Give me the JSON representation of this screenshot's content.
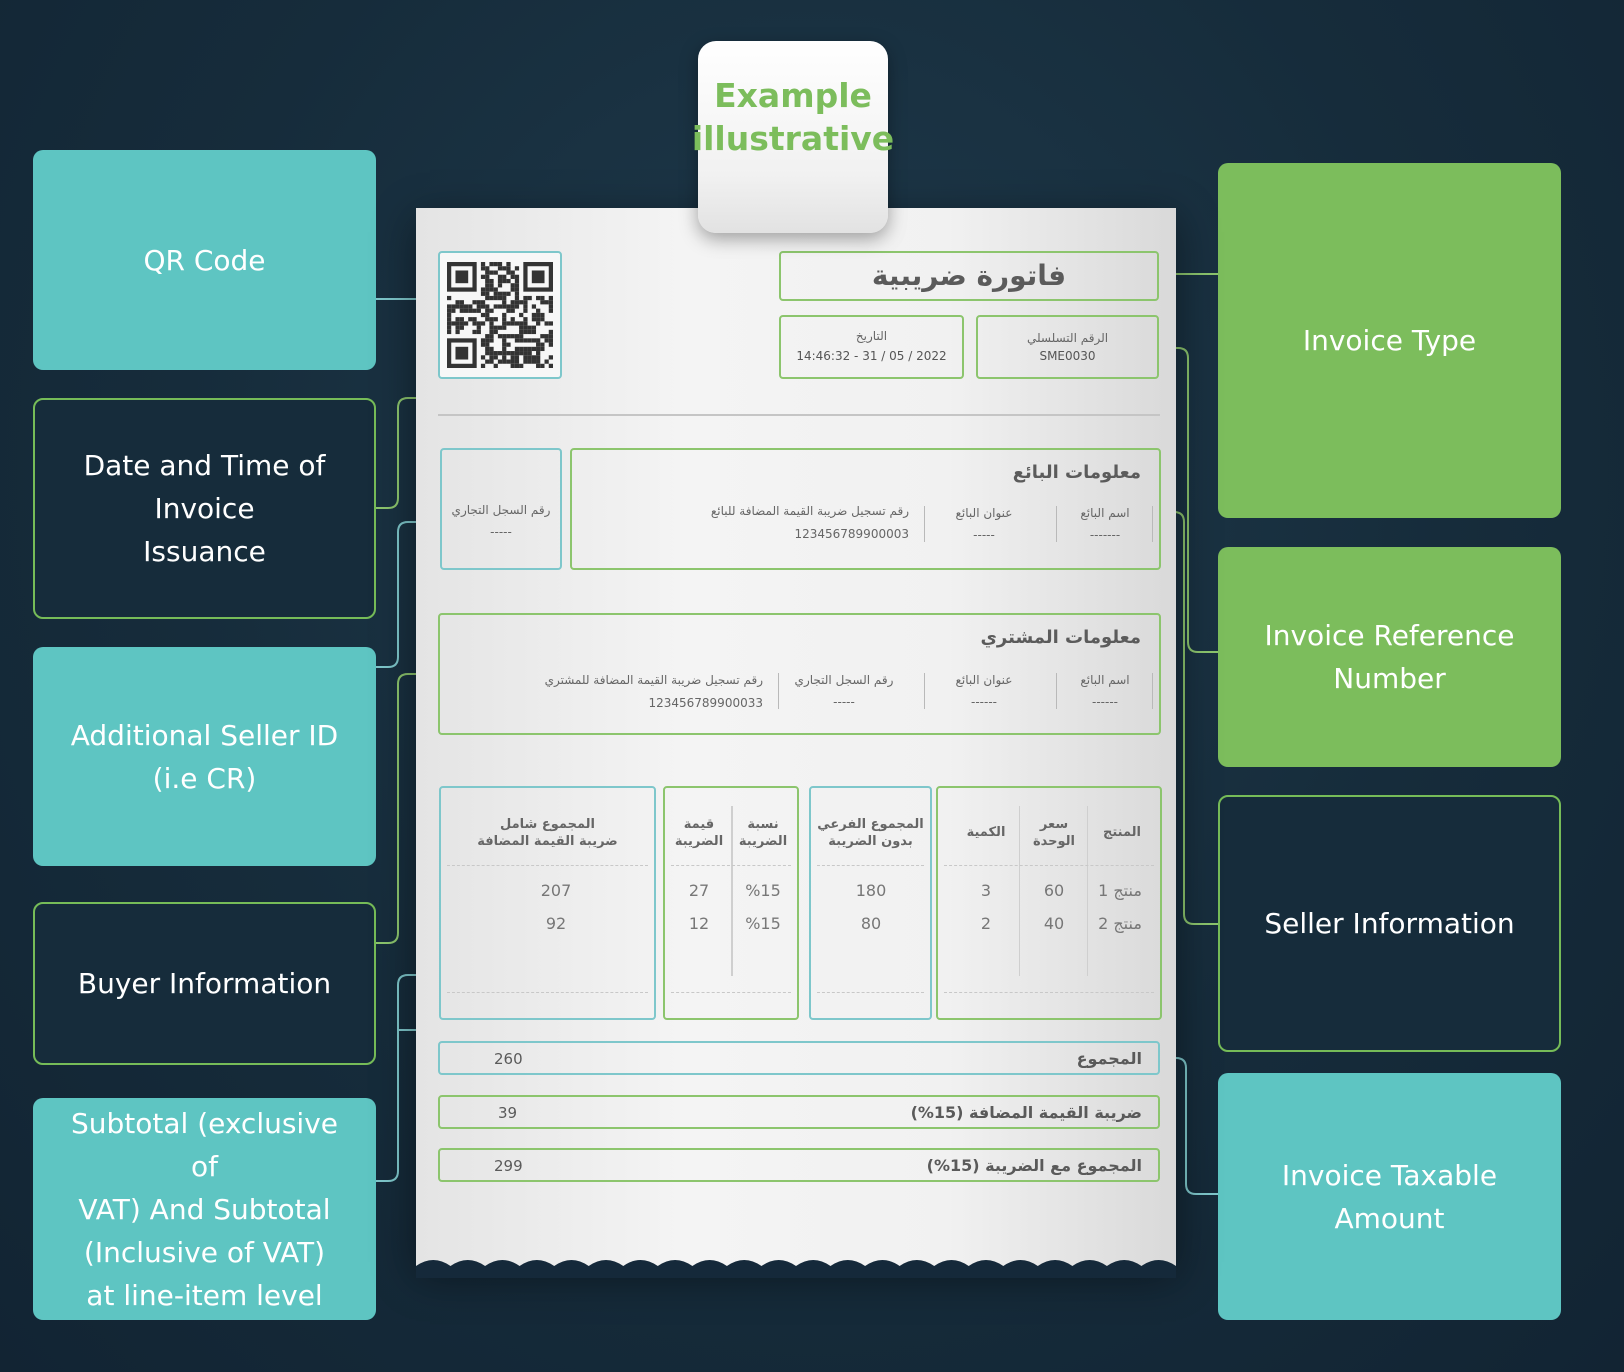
{
  "example_tab": {
    "text": "Example\nillustrative"
  },
  "callouts_left": {
    "qr_code": "QR Code",
    "date_time": "Date and Time of Invoice\nIssuance",
    "additional_seller_id": "Additional Seller ID\n(i.e CR)",
    "buyer_information": "Buyer Information",
    "subtotal": "Subtotal (exclusive of\nVAT) And Subtotal\n(Inclusive of VAT)\nat line-item level"
  },
  "callouts_right": {
    "invoice_type": "Invoice Type",
    "invoice_reference": "Invoice Reference\nNumber",
    "seller_information": "Seller Information",
    "invoice_taxable_amount": "Invoice Taxable\nAmount"
  },
  "invoice": {
    "title": "فاتورة ضريبية",
    "serial_label": "الرقم التسلسلي",
    "serial_value": "SME0030",
    "date_label": "التاريخ",
    "date_value": "2022 / 05 / 31 - 14:46:32",
    "cr_label": "رقم السجل التجاري",
    "cr_value": "-----",
    "seller": {
      "heading": "معلومات البائع",
      "name_label": "اسم البائع",
      "name_value": "-------",
      "address_label": "عنوان البائع",
      "address_value": "-----",
      "vat_label": "رقم تسجيل ضريبة القيمة المضافة للبائع",
      "vat_value": "123456789900003"
    },
    "buyer": {
      "heading": "معلومات المشتري",
      "name_label": "اسم البائع",
      "name_value": "------",
      "address_label": "عنوان البائع",
      "address_value": "------",
      "cr_label": "رقم السجل التجاري",
      "cr_value": "-----",
      "vat_label": "رقم تسجيل ضريبة القيمة المضافة للمشتري",
      "vat_value": "123456789900033"
    },
    "items": {
      "headers": {
        "product": "المنتج",
        "unit_price": "سعر\nالوحدة",
        "quantity": "الكمية",
        "subtotal_excl": "المجموع الفرعي\nبدون الضريبة",
        "tax_rate": "نسبة\nالضريبة",
        "tax_amount": "قيمة\nالضريبة",
        "total_incl": "المجموع شامل\nضريبة القيمة المضافة"
      },
      "rows": [
        {
          "product": "منتج 1",
          "unit_price": "60",
          "quantity": "3",
          "subtotal_excl": "180",
          "tax_rate": "%15",
          "tax_amount": "27",
          "total_incl": "207"
        },
        {
          "product": "منتج 2",
          "unit_price": "40",
          "quantity": "2",
          "subtotal_excl": "80",
          "tax_rate": "%15",
          "tax_amount": "12",
          "total_incl": "92"
        }
      ]
    },
    "totals": {
      "total_label": "المجموع",
      "total_value": "260",
      "vat_label": "ضريبة القيمة المضافة (15%)",
      "vat_value": "39",
      "grand_label": "المجموع مع الضريبة (15%)",
      "grand_value": "299"
    }
  },
  "colors": {
    "background": "#162c3b",
    "teal": "#5ec5c2",
    "green": "#7cbd5c",
    "teal_line": "#7ec7cb",
    "green_line": "#8cc56d"
  }
}
